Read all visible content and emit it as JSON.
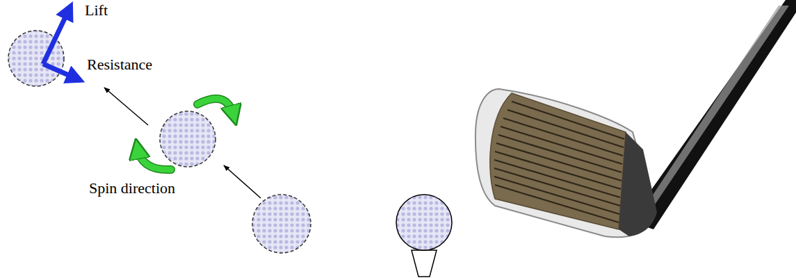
{
  "diagram": {
    "labels": [
      "Lift",
      "Resistance",
      "Spin direction"
    ]
  }
}
